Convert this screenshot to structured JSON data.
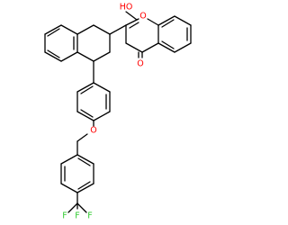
{
  "colors": {
    "bond": "#000000",
    "oxygen": "#ff0000",
    "fluorine": "#33cc33",
    "background": "#ffffff"
  },
  "atoms": {
    "ho": "HO",
    "ring_o": "O",
    "carbonyl_o": "O",
    "ether_o": "O",
    "f1": "F",
    "f2": "F",
    "f3": "F"
  }
}
